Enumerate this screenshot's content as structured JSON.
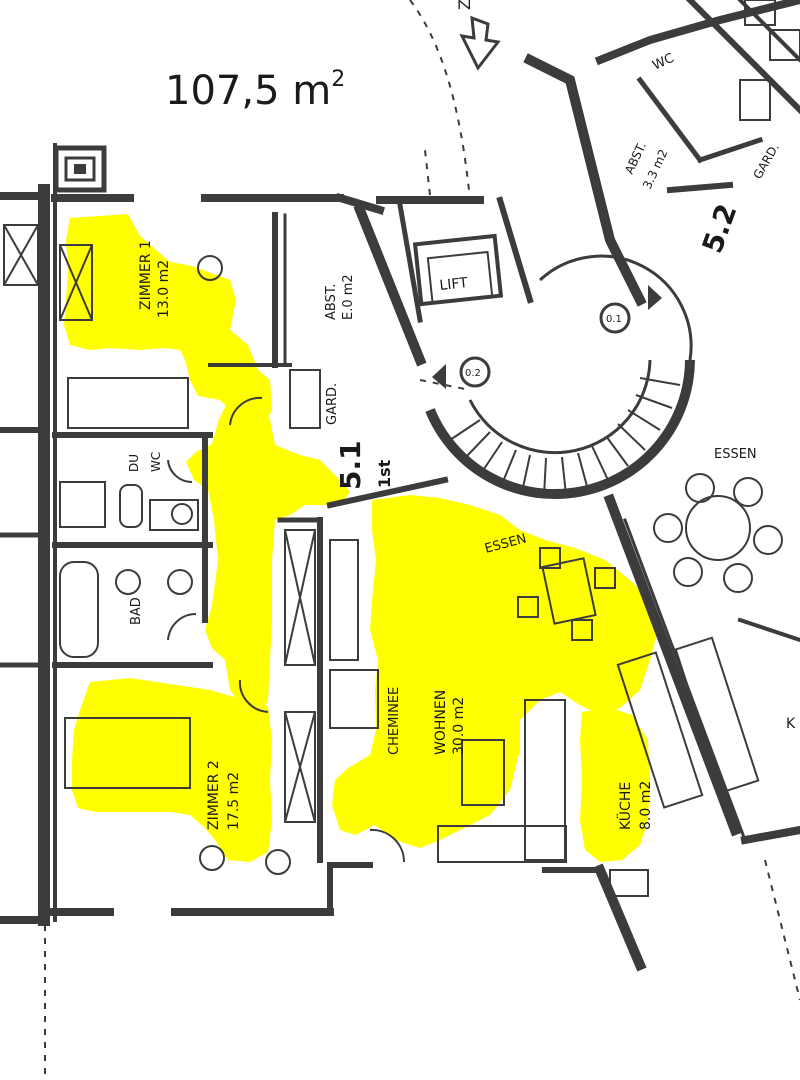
{
  "plan": {
    "total_area": "107,5 m",
    "total_area_sup": "2",
    "rooms": {
      "zimmer1": "ZIMMER 1",
      "zimmer1_area": "13.0 m2",
      "abst1": "ABST.",
      "abst1_area": "E.0 m2",
      "gard1": "GARD.",
      "du_wc_du": "DU",
      "du_wc_wc": "WC",
      "bad": "BAD",
      "zimmer2": "ZIMMER 2",
      "zimmer2_area": "17.5 m2",
      "cheminee": "CHEMINEE",
      "wohnen": "WOHNEN",
      "wohnen_area": "30.0 m2",
      "essen1": "ESSEN",
      "kueche": "KÜCHE",
      "kueche_area": "8.0 m2",
      "lift": "LIFT",
      "essen2": "ESSEN",
      "wc2": "WC",
      "abst2": "ABST.",
      "abst2_area": "3.3 m2",
      "gard2": "GARD.",
      "kueche2_partial": "K"
    },
    "markers": {
      "d1": "0.1",
      "d2": "0.2"
    },
    "unit_labels": {
      "unit51": "5.1",
      "unit51_floor": "1st",
      "unit52": "5.2"
    },
    "top_mark": "Z",
    "highlight_color": "#ffff00",
    "line_color": "#3c3c3c"
  }
}
